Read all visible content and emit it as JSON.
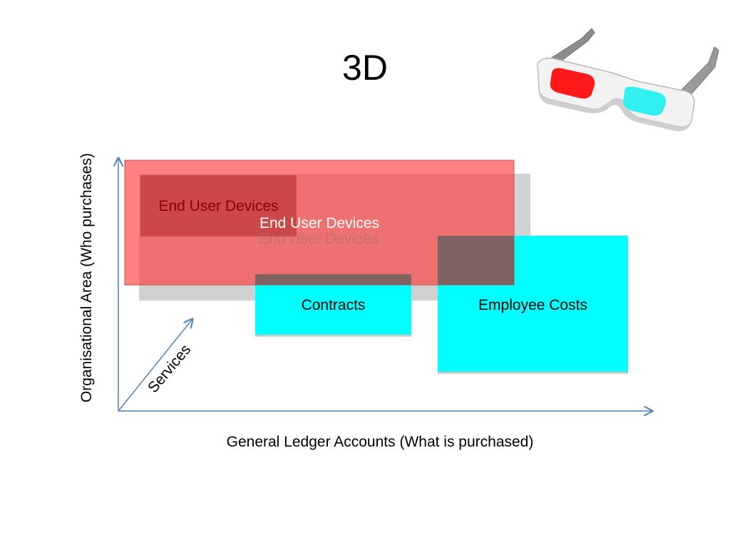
{
  "slide": {
    "title": "3D"
  },
  "axes": {
    "y_label": "Organisational Area (Who purchases)",
    "x_label": "General Ledger Accounts (What is purchased)",
    "z_label": "Services",
    "color": "#4f81bd"
  },
  "blocks": {
    "end_user_devices_back": "End User Devices",
    "end_user_devices_front": "End User Devices",
    "end_user_devices_shadow": "End User Devices",
    "contracts": "Contracts",
    "employee_costs": "Employee Costs"
  },
  "colors": {
    "red_fill": "#ff6666",
    "cyan_fill": "#00ffff",
    "shadow": "#808080",
    "dark_overlay": "#7f6060",
    "dark_red_text": "#8b0000"
  },
  "icons": {
    "glasses": "3d-glasses-icon"
  }
}
